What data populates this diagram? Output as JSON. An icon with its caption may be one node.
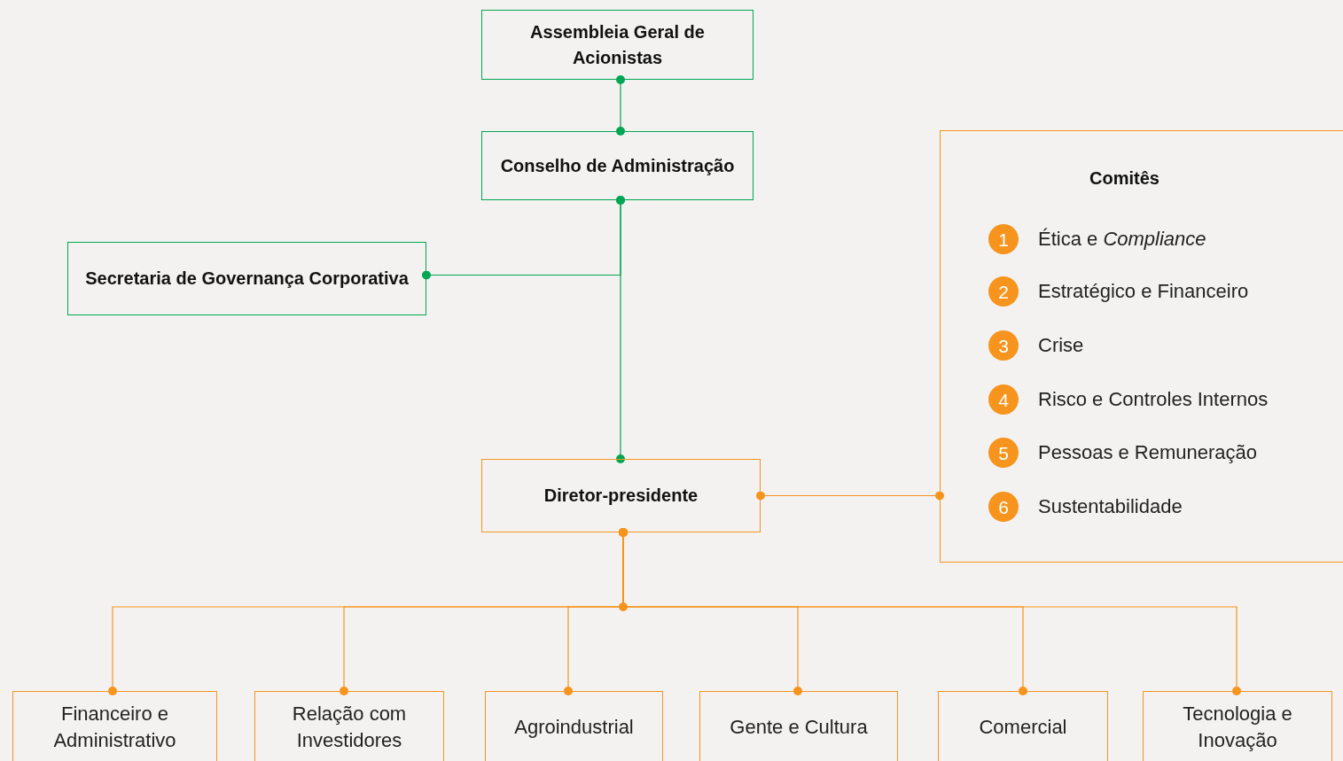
{
  "diagram": {
    "nodes": [
      {
        "text": [
          "Assembleia Geral de Acionistas"
        ]
      },
      {
        "text": [
          "Conselho de Administração"
        ]
      },
      {
        "text": [
          "Secretaria de Governança Corporativa"
        ]
      },
      {
        "text": [
          "Diretor-presidente"
        ]
      },
      {
        "text": [
          "Comitês"
        ]
      },
      {
        "text": [
          "1"
        ],
        "in": 4,
        "beside": [
          "Ética e *Compliance*"
        ]
      },
      {
        "text": [
          "2"
        ],
        "in": 4,
        "beside": [
          "Estratégico e Financeiro"
        ]
      },
      {
        "text": [
          "3"
        ],
        "in": 4,
        "beside": [
          "Crise"
        ]
      },
      {
        "text": [
          "4"
        ],
        "in": 4,
        "beside": [
          "Risco e Controles Internos"
        ]
      },
      {
        "text": [
          "5"
        ],
        "in": 4,
        "beside": [
          "Pessoas e Remuneração"
        ]
      },
      {
        "text": [
          "6"
        ],
        "in": 4,
        "beside": [
          "Sustentabilidade"
        ]
      },
      {
        "text": [
          "Financeiro e Administrativo"
        ]
      },
      {
        "text": [
          "Relação com Investidores"
        ]
      },
      {
        "text": [
          "Agroindustrial"
        ]
      },
      {
        "text": [
          "Gente e Cultura"
        ]
      },
      {
        "text": [
          "Comercial"
        ]
      },
      {
        "text": [
          "Tecnologia e Inovação"
        ]
      }
    ],
    "edges": [
      {
        "from": 0,
        "to": 1,
        "arrow": "other",
        "color": "#00a651"
      },
      {
        "from": 1,
        "to": 3,
        "arrow": "other",
        "color": "#00a651"
      },
      {
        "from": 1,
        "to": 2,
        "arrow": "other",
        "color": "#00a651"
      },
      {
        "from": 3,
        "to": 4,
        "arrow": "other"
      },
      {
        "from": 3,
        "to": 11,
        "arrow": "other"
      },
      {
        "from": 3,
        "to": 12,
        "arrow": "other"
      },
      {
        "from": 3,
        "to": 13,
        "arrow": "other"
      },
      {
        "from": 3,
        "to": 14,
        "arrow": "other"
      },
      {
        "from": 3,
        "to": 15,
        "arrow": "other"
      },
      {
        "from": 3,
        "to": 16,
        "arrow": "other"
      }
    ]
  }
}
